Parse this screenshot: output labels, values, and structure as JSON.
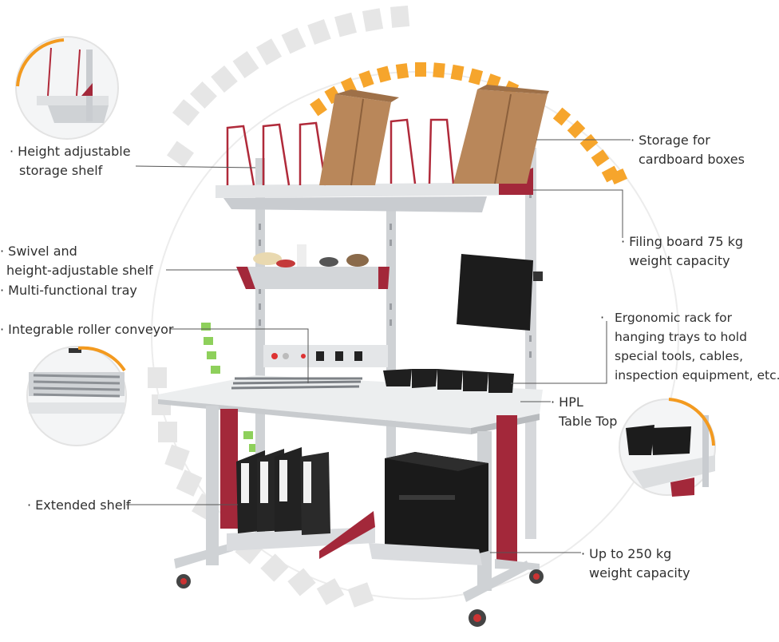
{
  "labels": {
    "height_shelf_1": "· Height adjustable",
    "height_shelf_2": "storage shelf",
    "swivel_1": "· Swivel and",
    "swivel_2": "height-adjustable shelf",
    "tray": "· Multi-functional tray",
    "roller": "· Integrable roller conveyor",
    "extended": "· Extended shelf",
    "storage_1": "· Storage for",
    "storage_2": "cardboard boxes",
    "filing_1": "· Filing board 75 kg",
    "filing_2": "weight capacity",
    "ergo_bullet": "·",
    "ergo_1": "Ergonomic rack for",
    "ergo_2": "hanging trays to hold",
    "ergo_3": "special tools, cables,",
    "ergo_4": "inspection equipment, etc.",
    "hpl_1": "· HPL",
    "hpl_2": "Table Top",
    "upto_1": "· Up to 250 kg",
    "upto_2": "weight capacity"
  },
  "colors": {
    "accent_orange": "#f39a1f",
    "accent_green": "#8ed05b",
    "frame_grey": "#cfd2d5",
    "frame_red": "#a3283a",
    "dash_grey": "#e4e4e4",
    "leader_line": "#555555"
  },
  "icons": [
    "height-shelf-zoom",
    "roller-conveyor-zoom",
    "bin-tray-zoom",
    "printer",
    "monitor",
    "cardboard-boxes",
    "binders"
  ]
}
